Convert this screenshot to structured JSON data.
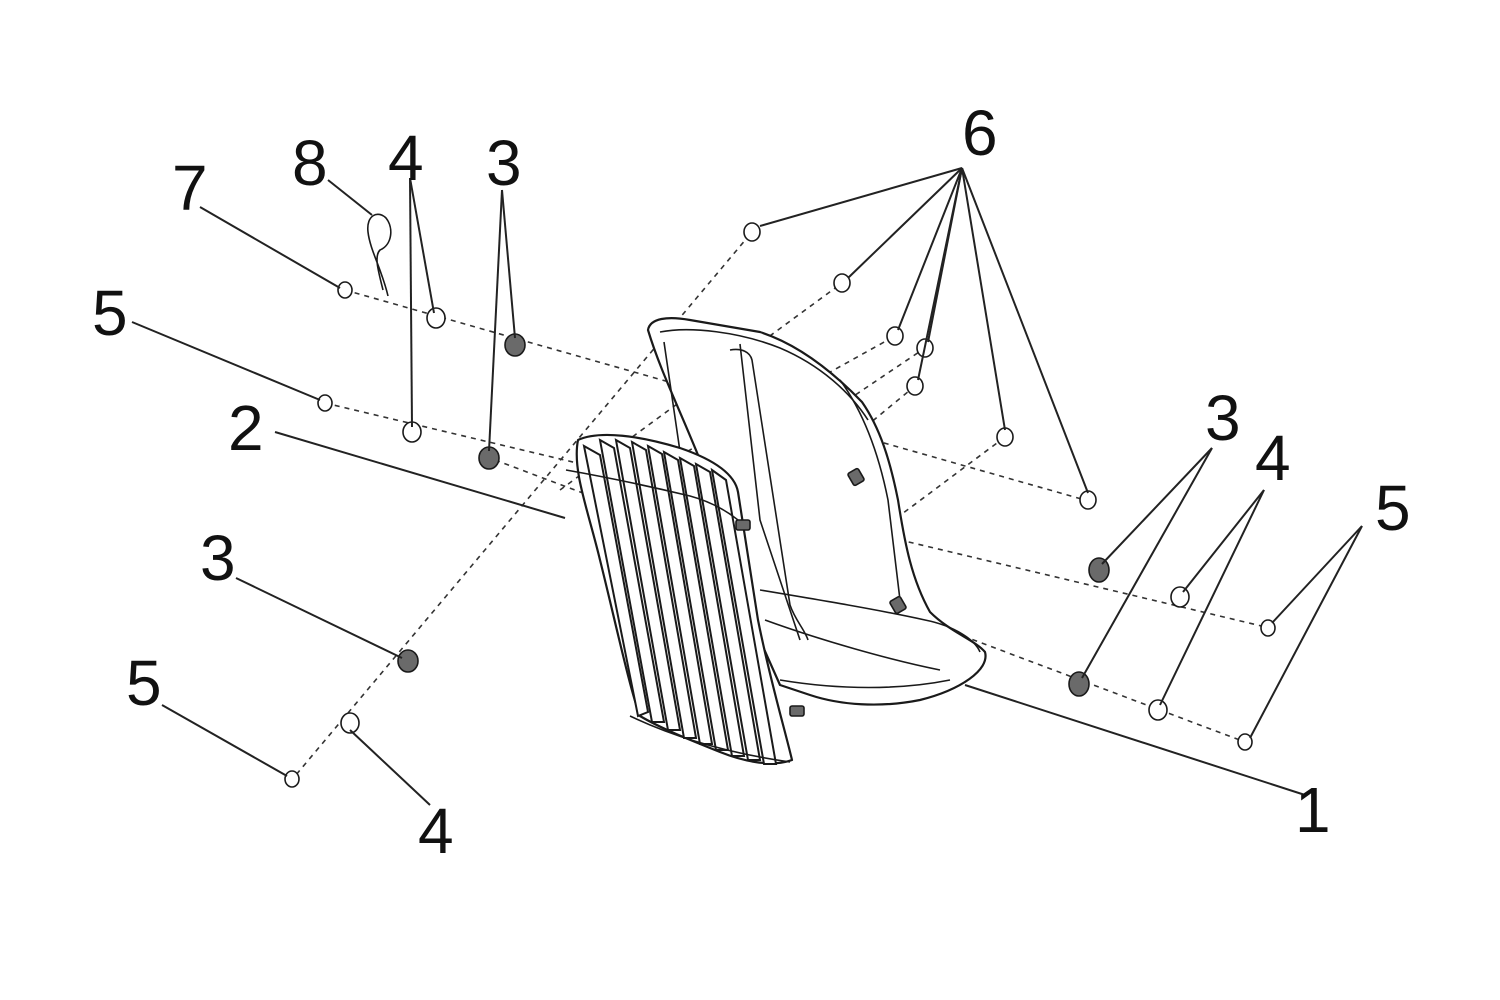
{
  "diagram": {
    "callouts": [
      {
        "id": "c1",
        "label": "1"
      },
      {
        "id": "c2",
        "label": "2"
      },
      {
        "id": "c3a",
        "label": "3"
      },
      {
        "id": "c3b",
        "label": "3"
      },
      {
        "id": "c3c",
        "label": "3"
      },
      {
        "id": "c4a",
        "label": "4"
      },
      {
        "id": "c4b",
        "label": "4"
      },
      {
        "id": "c4c",
        "label": "4"
      },
      {
        "id": "c5a",
        "label": "5"
      },
      {
        "id": "c5b",
        "label": "5"
      },
      {
        "id": "c5c",
        "label": "5"
      },
      {
        "id": "c6",
        "label": "6"
      },
      {
        "id": "c7",
        "label": "7"
      },
      {
        "id": "c8",
        "label": "8"
      }
    ],
    "colors": {
      "line": "#1a1a1a",
      "background": "#ffffff",
      "nut_fill": "#6a6a6a"
    }
  }
}
